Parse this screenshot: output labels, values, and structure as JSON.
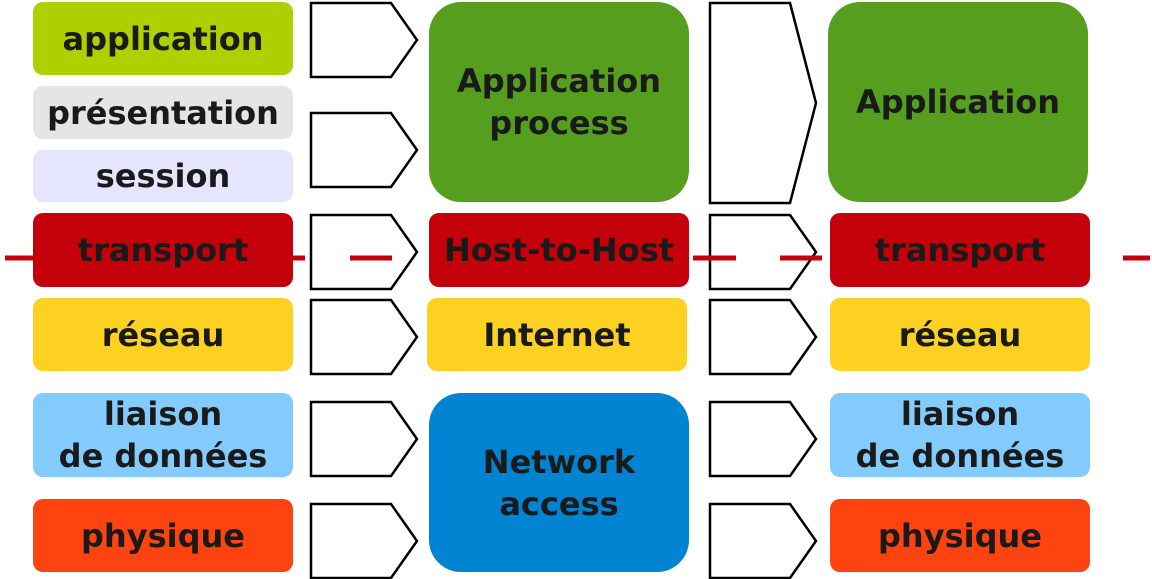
{
  "colors": {
    "application": "#aed000",
    "presentation": "#e5e5e5",
    "session": "#e5e6fe",
    "transport": "#c4000b",
    "reseau": "#fdd122",
    "liaison": "#84cbfd",
    "physique": "#fe4310",
    "tcpip_application": "#569e1d",
    "network_access": "#0083d1",
    "dashed_line": "#c4000b"
  },
  "left_stack": {
    "application": "application",
    "presentation": "présentation",
    "session": "session",
    "transport": "transport",
    "reseau": "réseau",
    "liaison_line1": "liaison",
    "liaison_line2": "de données",
    "physique": "physique"
  },
  "middle_stack": {
    "application_line1": "Application",
    "application_line2": "process",
    "host_to_host": "Host-to-Host",
    "internet": "Internet",
    "network_access_line1": "Network",
    "network_access_line2": "access"
  },
  "right_stack": {
    "application": "Application",
    "transport": "transport",
    "reseau": "réseau",
    "liaison_line1": "liaison",
    "liaison_line2": "de données",
    "physique": "physique"
  }
}
